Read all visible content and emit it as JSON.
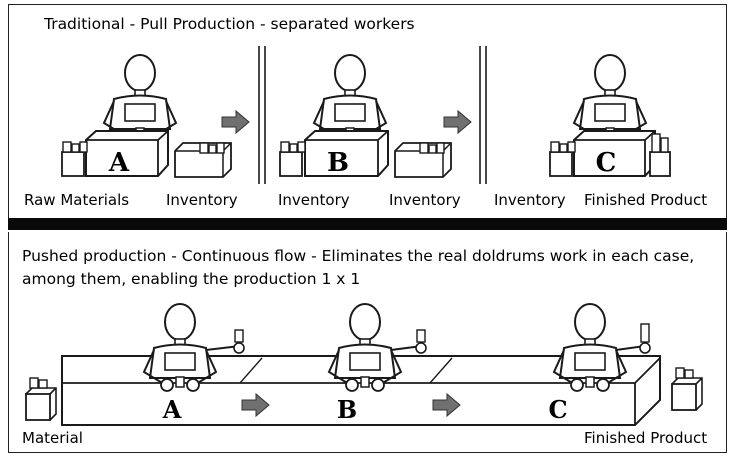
{
  "top": {
    "title": "Traditional - Pull Production - separated workers",
    "stations": [
      "A",
      "B",
      "C"
    ],
    "labels": [
      "Raw Materials",
      "Inventory",
      "Inventory",
      "Inventory",
      "Inventory",
      "Finished Product"
    ]
  },
  "bottom": {
    "title_line1": "Pushed production - Continuous flow - Eliminates the real doldrums work in each case,",
    "title_line2": "among them, enabling the production 1 x 1",
    "stations": [
      "A",
      "B",
      "C"
    ],
    "label_left": "Material",
    "label_right": "Finished Product"
  },
  "colors": {
    "arrow": "#707070",
    "line": "#1a1a1a",
    "bar": "#0a0a0a"
  }
}
